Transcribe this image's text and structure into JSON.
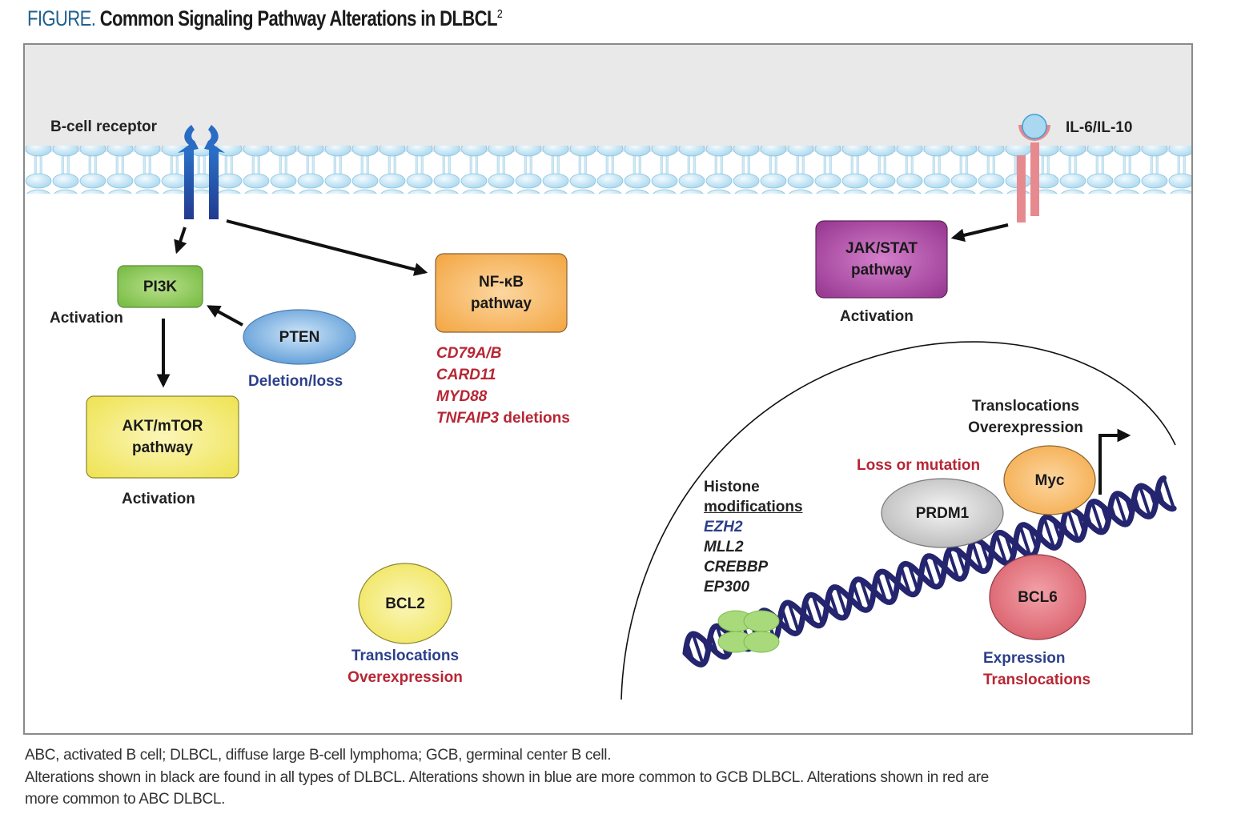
{
  "figure": {
    "label": "FIGURE.",
    "title": "Common Signaling Pathway Alterations in DLBCL",
    "reference": "2"
  },
  "colors": {
    "figure_label": "#1f5f8f",
    "black_alteration": "#1a1a1a",
    "blue_alteration_gcb": "#2c3f8a",
    "red_alteration_abc": "#b72634",
    "membrane": "#bfe3f3",
    "bcr_receptor": "#1e5ab0",
    "il_receptor": "#e68a90",
    "dna": "#24256e"
  },
  "membrane": {
    "bcr_label": "B-cell receptor",
    "cytokine_label": "IL-6/IL-10"
  },
  "nodes": {
    "pi3k": {
      "label": "PI3K",
      "status": "Activation",
      "color": "#8cc85a"
    },
    "pten": {
      "label": "PTEN",
      "status": "Deletion/loss",
      "color": "#6aa6dc"
    },
    "akt": {
      "label_line1": "AKT/mTOR",
      "label_line2": "pathway",
      "status": "Activation",
      "color": "#f2ea6a"
    },
    "nfkb": {
      "label_line1": "NF-κB",
      "label_line2": "pathway",
      "color": "#f6b660",
      "alterations": [
        {
          "gene": "CD79A/B",
          "suffix": ""
        },
        {
          "gene": "CARD11",
          "suffix": ""
        },
        {
          "gene": "MYD88",
          "suffix": ""
        },
        {
          "gene": "TNFAIP3",
          "suffix": " deletions"
        }
      ]
    },
    "jakstat": {
      "label_line1": "JAK/STAT",
      "label_line2": "pathway",
      "status": "Activation",
      "color": "#b550ac"
    },
    "bcl2": {
      "label": "BCL2",
      "status_line1": "Translocations",
      "status_line2": "Overexpression",
      "color": "#f2ea6a"
    },
    "histone": {
      "title_line1": "Histone",
      "title_line2": "modifications",
      "genes": [
        {
          "name": "EZH2",
          "group": "blue"
        },
        {
          "name": "MLL2",
          "group": "black"
        },
        {
          "name": "CREBBP",
          "group": "black"
        },
        {
          "name": "EP300",
          "group": "black"
        }
      ]
    },
    "prdm1": {
      "label": "PRDM1",
      "status": "Loss or mutation",
      "color": "#d9d9d9"
    },
    "myc": {
      "label": "Myc",
      "status_line1": "Translocations",
      "status_line2": "Overexpression",
      "color": "#f6b660"
    },
    "bcl6": {
      "label": "BCL6",
      "status_line1": "Expression",
      "status_line2": "Translocations",
      "color": "#e2737d"
    }
  },
  "footnote": {
    "line1": "ABC, activated B cell; DLBCL, diffuse large B-cell lymphoma; GCB, germinal center B cell.",
    "line2": "Alterations shown in black are found in all types of DLBCL. Alterations shown in blue are more common to GCB DLBCL. Alterations shown in red are",
    "line3": "more common to ABC DLBCL."
  }
}
